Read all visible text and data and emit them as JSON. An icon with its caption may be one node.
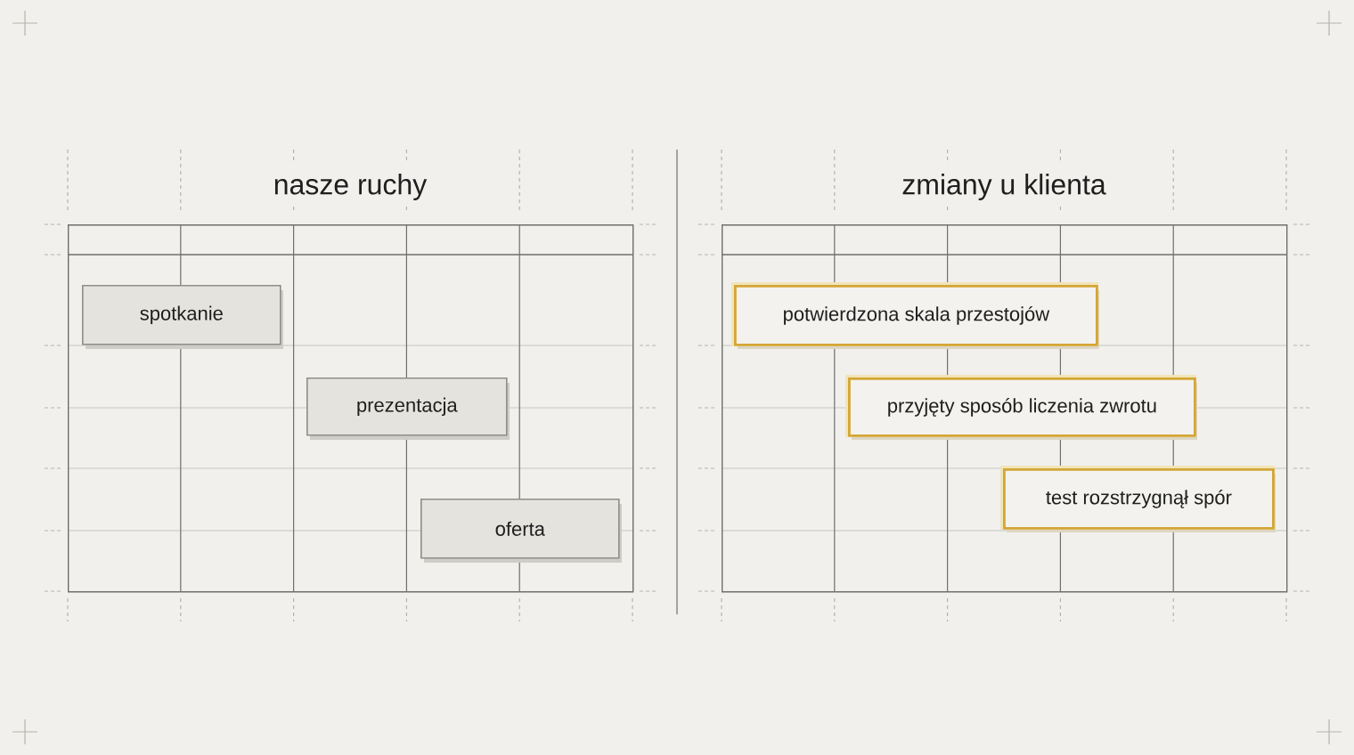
{
  "diagram": {
    "nodes": [
      {
        "text": [
          "nasze ruchy"
        ]
      },
      {
        "text": [
          "spotkanie"
        ],
        "in": 0
      },
      {
        "text": [
          "prezentacja"
        ],
        "in": 0
      },
      {
        "text": [
          "oferta"
        ],
        "in": 0
      },
      {
        "text": [
          "zmiany u klienta"
        ]
      },
      {
        "text": [
          "potwierdzona skala przestojów"
        ],
        "in": 4
      },
      {
        "text": [
          "przyjęty sposób liczenia zwrotu"
        ],
        "in": 4
      },
      {
        "text": [
          "test rozstrzygnął spór"
        ],
        "in": 4
      }
    ]
  }
}
